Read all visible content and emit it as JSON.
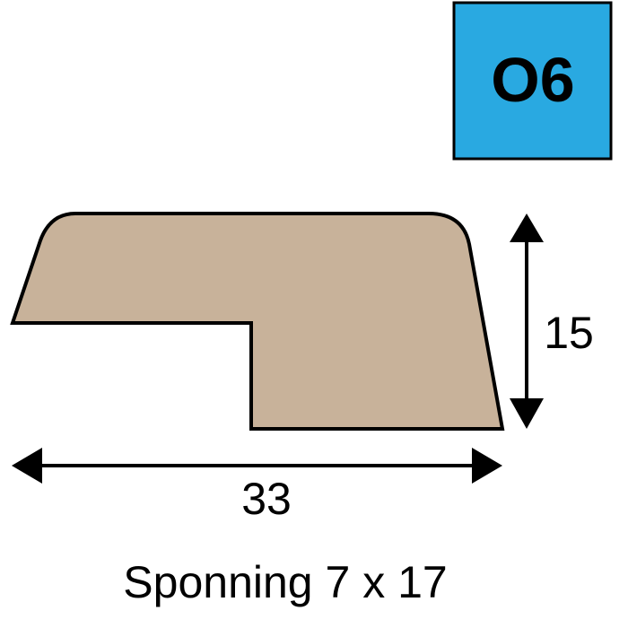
{
  "badge": {
    "code": "O6",
    "color": "#29a9e1"
  },
  "profile": {
    "fill": "#c8b29a"
  },
  "dimensions": {
    "height": "15",
    "width": "33"
  },
  "caption": "Sponning 7 x 17"
}
